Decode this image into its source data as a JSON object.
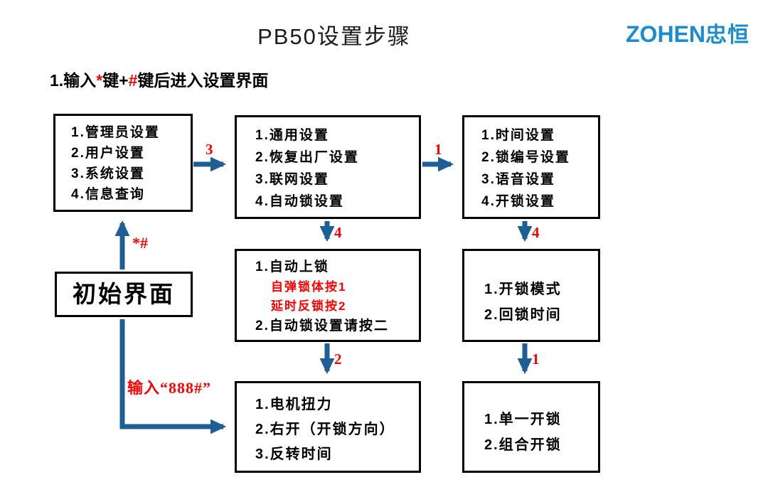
{
  "title": "PB50设置步骤",
  "logo": {
    "latin": "ZOHEN",
    "cjk": "忠恒"
  },
  "subtitle": {
    "prefix": "1.输入",
    "star": "*",
    "mid": "键+",
    "hash": "#",
    "suffix": "键后进入设置界面"
  },
  "colors": {
    "arrow_blue": "#1e5f96",
    "logo_blue": "#1b8ccd",
    "label_red": "#ff0000",
    "box_border": "#000000"
  },
  "boxes": {
    "main_menu": {
      "lines": [
        "1.管理员设置",
        "2.用户设置",
        "3.系统设置",
        "4.信息查询"
      ]
    },
    "system_menu": {
      "lines": [
        "1.通用设置",
        "2.恢复出厂设置",
        "3.联网设置",
        "4.自动锁设置"
      ]
    },
    "general_menu": {
      "lines": [
        "1.时间设置",
        "2.锁编号设置",
        "3.语音设置",
        "4.开锁设置"
      ]
    },
    "auto_lock": {
      "line1": "1.自动上锁",
      "sub1": "自弹锁体按1",
      "sub2": "延时反锁按2",
      "line2": "2.自动锁设置请按二"
    },
    "unlock_mode": {
      "lines": [
        "1.开锁模式",
        "2.回锁时间"
      ]
    },
    "motor": {
      "lines": [
        "1.电机扭力",
        "2.右开（开锁方向）",
        "3.反转时间"
      ]
    },
    "single_combo": {
      "lines": [
        "1.单一开锁",
        "2.组合开锁"
      ]
    },
    "initial": {
      "label": "初始界面"
    }
  },
  "edge_labels": {
    "main_to_system": "3",
    "system_to_general": "1",
    "system_to_autolock": "4",
    "general_to_unlockmode": "4",
    "autolock_to_motor": "2",
    "unlockmode_to_single": "1",
    "initial_to_main": "*#",
    "initial_to_motor": "输入“888#”"
  }
}
